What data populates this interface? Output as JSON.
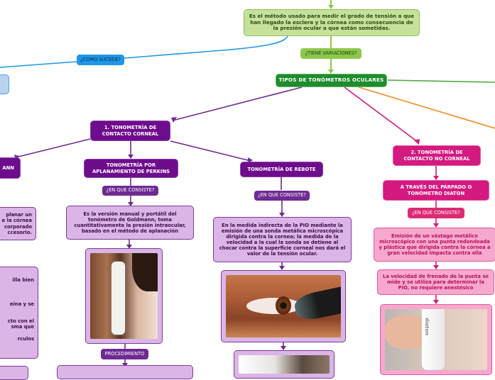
{
  "diagram": {
    "definition": "Es el método usado para medir el grado de tensión a que han llegado la esclera y la córnea como consecuencia de la presión ocular a que están sometidas.",
    "links": {
      "como_sucede": "¿COMO SUCEDE?",
      "tiene_variaciones": "¿TIENE VARIACIONES?"
    },
    "root": "TIPOS DE TONÓMETROS OCULARES",
    "colors": {
      "green": "#1f8c2e",
      "blue": "#1d97e6",
      "purple": "#6e0d8c",
      "pink": "#d4197f",
      "orange": "#f28c1f"
    },
    "branch_contact": {
      "title": "1. TONOMETRÍA DE CONTACTO CORNEAL",
      "goldmann_partial": "ANN",
      "goldmann_desc_partial": [
        "planar un",
        "e la córnea",
        "corporado",
        "ccesorio."
      ],
      "goldmann_proc_partial": [
        "illa bien",
        "eína y se",
        "cto con el",
        "sma que",
        "rculos"
      ],
      "perkins": {
        "title": "TONOMETRÍA POR APLANAMIENTO DE PERKINS",
        "question": "¿EN QUE CONSISTE?",
        "desc": "Es la versión manual y portátil del tonómetro de Goldmann, toma cuantitativamente la presión intraocular, basado en el método de aplanación",
        "image": "perkins-tonometer-photo",
        "procedure_label": "PROCEDIMIENTO"
      },
      "rebote": {
        "title": "TONOMETRÍA DE REBOTE",
        "question": "¿EN QUE CONSISTE?",
        "desc": "En la medida indirecta de la PIO mediante la emisión de una sonda metálica microscópica dirigida contra la cornea; la medida de la velocidad a la cual la sonda se detiene al chocar contra la superficie corneal nos dará el valor de la tensión ocular.",
        "image": "rebound-tonometer-eye-photo",
        "image2": "patient-photo"
      }
    },
    "branch_noncontact": {
      "title": "2. TONOMETRÍA DE CONTACTO NO CORNEAL",
      "diaton": {
        "title": "A TRAVÉS DEL PÁRPADO O TONÓMETRO DIATON",
        "question": "¿EN QUE CONSISTE?",
        "desc1": "Emisión de un vástago metálico microscópico con una punta redondeada y plástica que dirigida contra la córnea a gran velocidad impacta contra ella",
        "desc2": "La velocidad de frenado de la punta se mide y se utiliza para determinar la PIO, no requiere anestésico",
        "image": "diaton-tonometer-photo",
        "brand_text": "diaton"
      }
    }
  }
}
